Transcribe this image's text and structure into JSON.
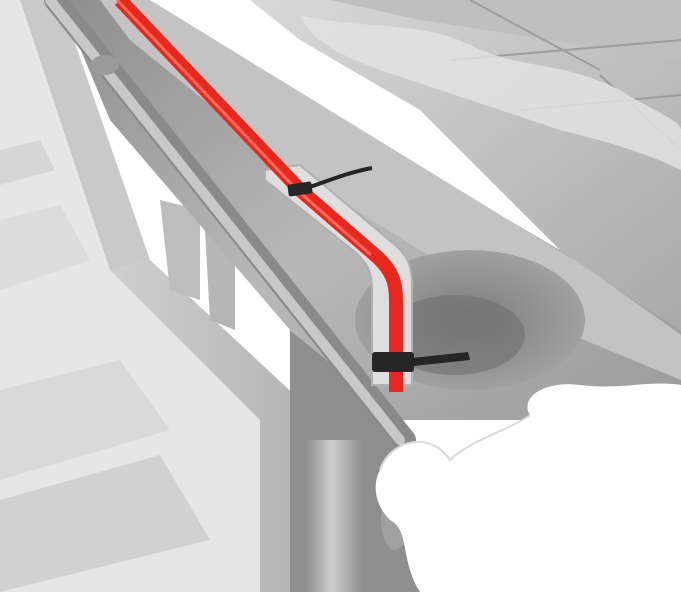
{
  "scene": {
    "subject": "gutter-heating-cable-installation",
    "elements": [
      "roof",
      "gutter",
      "heating-cable",
      "cable-ties",
      "mounting-bracket",
      "downpipe-outlet",
      "handrail-pipe",
      "wall",
      "snow"
    ]
  },
  "colors": {
    "background": "#ffffff",
    "heating_cable": "#e8281e",
    "heating_cable_highlight": "#ff6a55",
    "cable_tie": "#262626",
    "bracket": "#d9d9d9",
    "gutter_inner": "#b7b7b7",
    "roof": "#cfcfcf",
    "wall": "#bdbdbd",
    "pipe": "#a9a9a9",
    "snow": "#ffffff"
  }
}
